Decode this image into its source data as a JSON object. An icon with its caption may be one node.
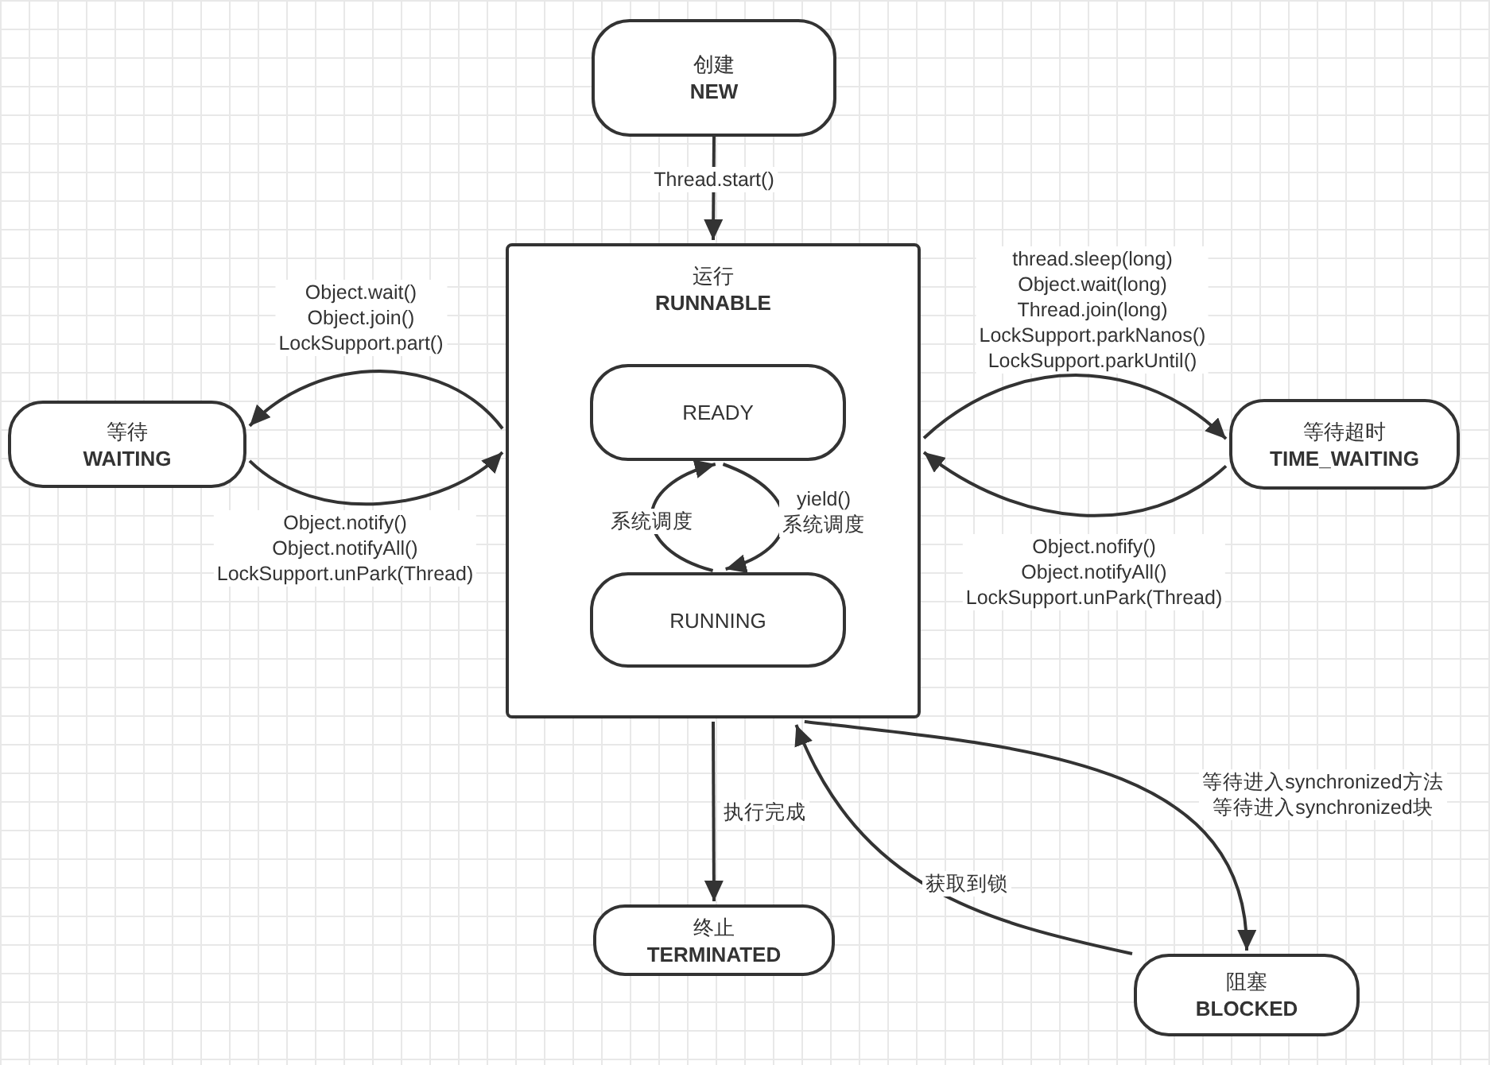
{
  "diagram": {
    "nodes": [
      {
        "text": [
          "创建",
          "NEW"
        ]
      },
      {
        "text": [
          "运行",
          "RUNNABLE"
        ]
      },
      {
        "text": [
          "READY"
        ],
        "in": 1
      },
      {
        "text": [
          "RUNNING"
        ],
        "in": 1
      },
      {
        "text": [
          "等待",
          "WAITING"
        ]
      },
      {
        "text": [
          "等待超时",
          "TIME_WAITING"
        ]
      },
      {
        "text": [
          "终止",
          "TERMINATED"
        ]
      },
      {
        "text": [
          "阻塞",
          "BLOCKED"
        ]
      }
    ],
    "edges": [
      {
        "from": 0,
        "to": 1,
        "arrow": "to",
        "label": "Thread.start()"
      },
      {
        "from": 1,
        "to": 4,
        "arrow": "to",
        "label": "Object.wait() Object.join() LockSupport.part()"
      },
      {
        "from": 4,
        "to": 1,
        "arrow": "to",
        "label": "Object.notify() Object.notifyAll() LockSupport.unPark(Thread)"
      },
      {
        "from": 1,
        "to": 5,
        "arrow": "to",
        "label": "thread.sleep(long) Object.wait(long) Thread.join(long) LockSupport.parkNanos() LockSupport.parkUntil()"
      },
      {
        "from": 5,
        "to": 1,
        "arrow": "to",
        "label": "Object.nofify() Object.notifyAll() LockSupport.unPark(Thread)"
      },
      {
        "from": 2,
        "to": 3,
        "arrow": "to",
        "label": "yield() 系统调度"
      },
      {
        "from": 3,
        "to": 2,
        "arrow": "to",
        "label": "系统调度"
      },
      {
        "from": 1,
        "to": 6,
        "arrow": "to",
        "label": "执行完成"
      },
      {
        "from": 1,
        "to": 7,
        "arrow": "to",
        "label": "等待进入synchronized方法等待进入synchronized块"
      },
      {
        "from": 7,
        "to": 1,
        "arrow": "to",
        "label": "获取到锁"
      }
    ]
  }
}
